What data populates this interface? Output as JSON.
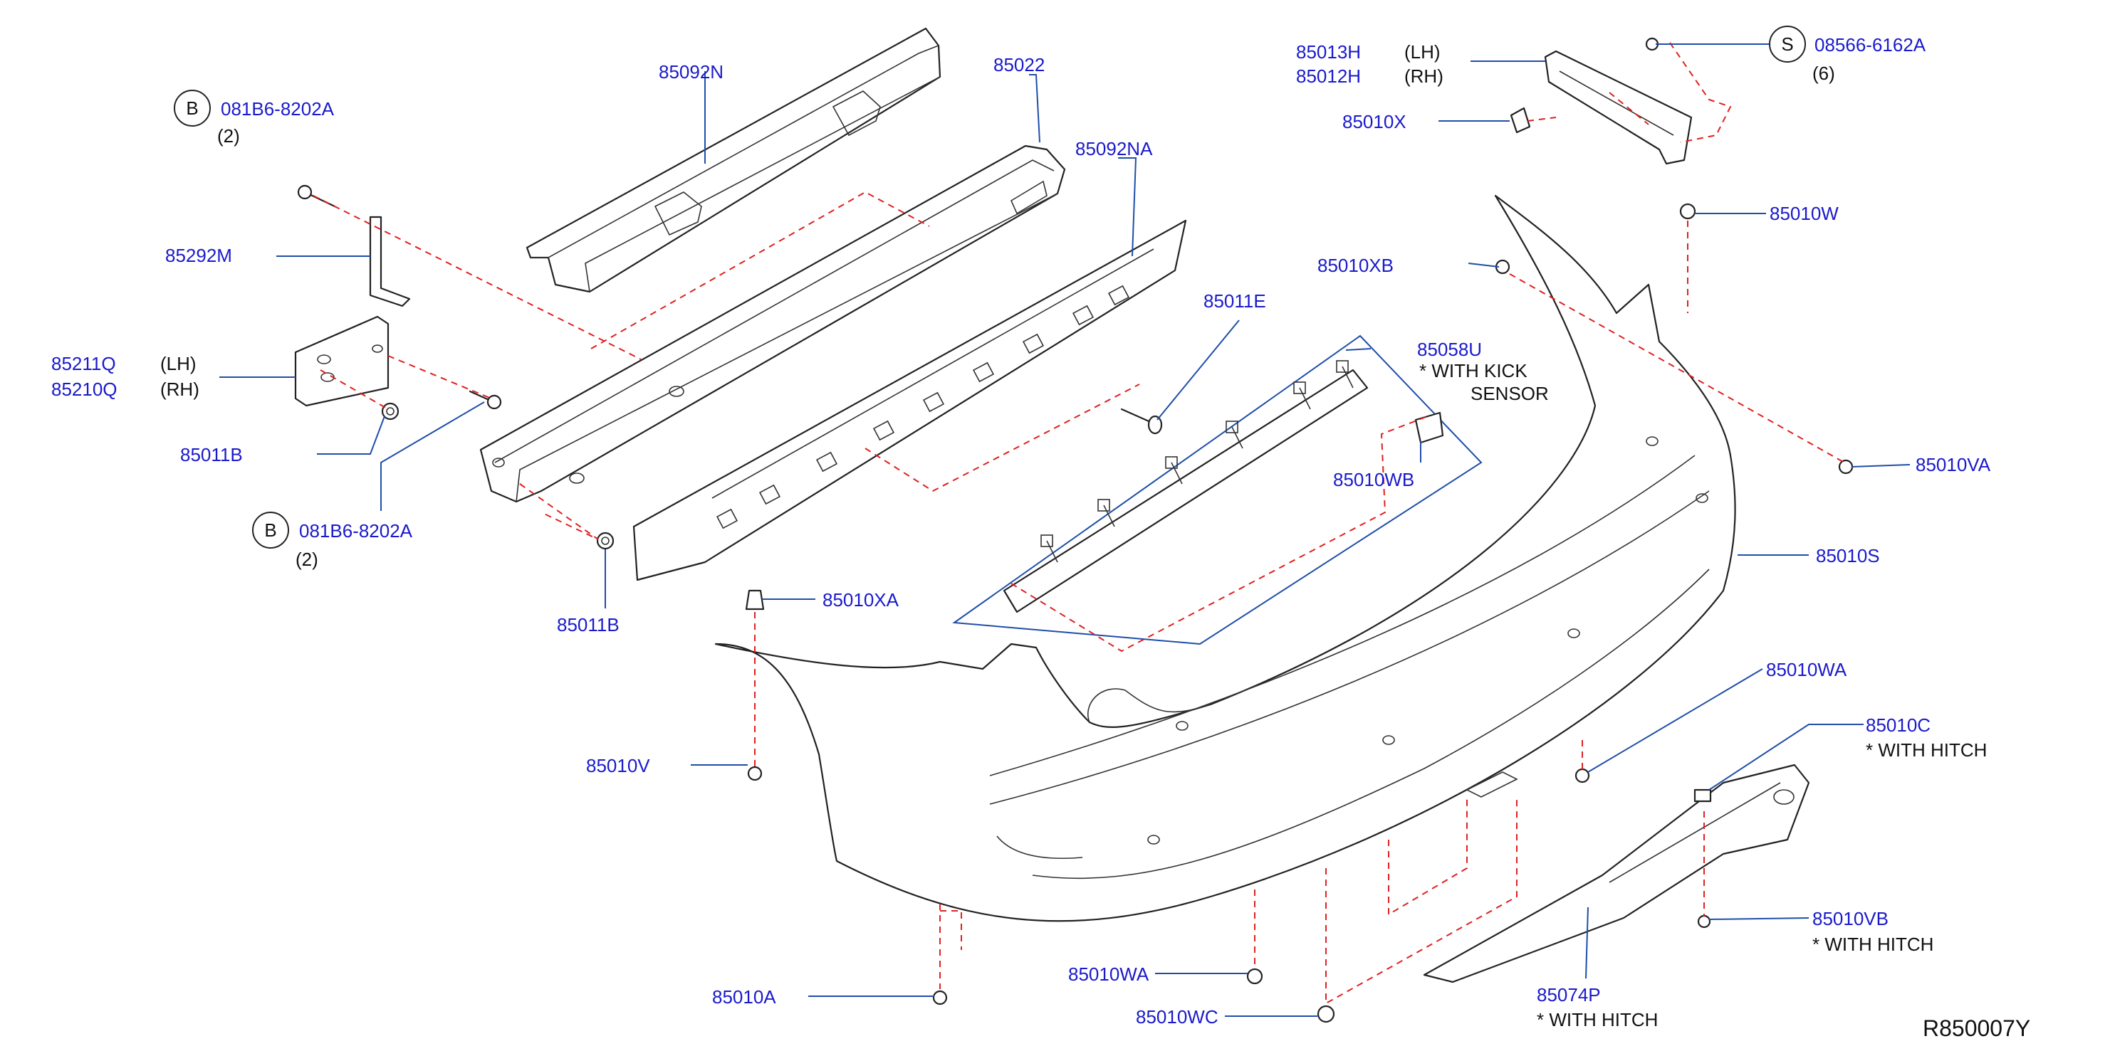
{
  "colors": {
    "part_label": "#1a1acc",
    "leader_line": "#1f4ea8",
    "assembly_dash": "#e02020",
    "outline": "#222222"
  },
  "parts": {
    "p85092N": "85092N",
    "p85022": "85022",
    "p85092NA": "85092NA",
    "p85011E": "85011E",
    "p85058U": "85058U",
    "p85058U_note1": "*   WITH   KICK",
    "p85058U_note2": "SENSOR",
    "p85010WB": "85010WB",
    "b_top_code": "081B6-8202A",
    "b_top_qty": "(2)",
    "b_bottom_code": "081B6-8202A",
    "b_bottom_qty": "(2)",
    "p85292M": "85292M",
    "p85211Q": "85211Q",
    "p85211Q_side": "(LH)",
    "p85210Q": "85210Q",
    "p85210Q_side": "(RH)",
    "p85011B_a": "85011B",
    "p85011B_b": "85011B",
    "p85013H": "85013H",
    "p85013H_side": "(LH)",
    "p85012H": "85012H",
    "p85012H_side": "(RH)",
    "p85010X": "85010X",
    "s_code": "08566-6162A",
    "s_qty": "(6)",
    "p85010W": "85010W",
    "p85010XB": "85010XB",
    "p85010VA": "85010VA",
    "p85010S": "85010S",
    "p85010XA": "85010XA",
    "p85010V": "85010V",
    "p85010WA_a": "85010WA",
    "p85010C": "85010C",
    "p85010C_note": "*   WITH   HITCH",
    "p85010VB": "85010VB",
    "p85010VB_note": "*   WITH   HITCH",
    "p85074P": "85074P",
    "p85074P_note": "*   WITH   HITCH",
    "p85010A": "85010A",
    "p85010WA_b": "85010WA",
    "p85010WC": "85010WC",
    "circle_b1": "B",
    "circle_b2": "B",
    "circle_s": "S"
  },
  "diagram_ref": "R850007Y"
}
